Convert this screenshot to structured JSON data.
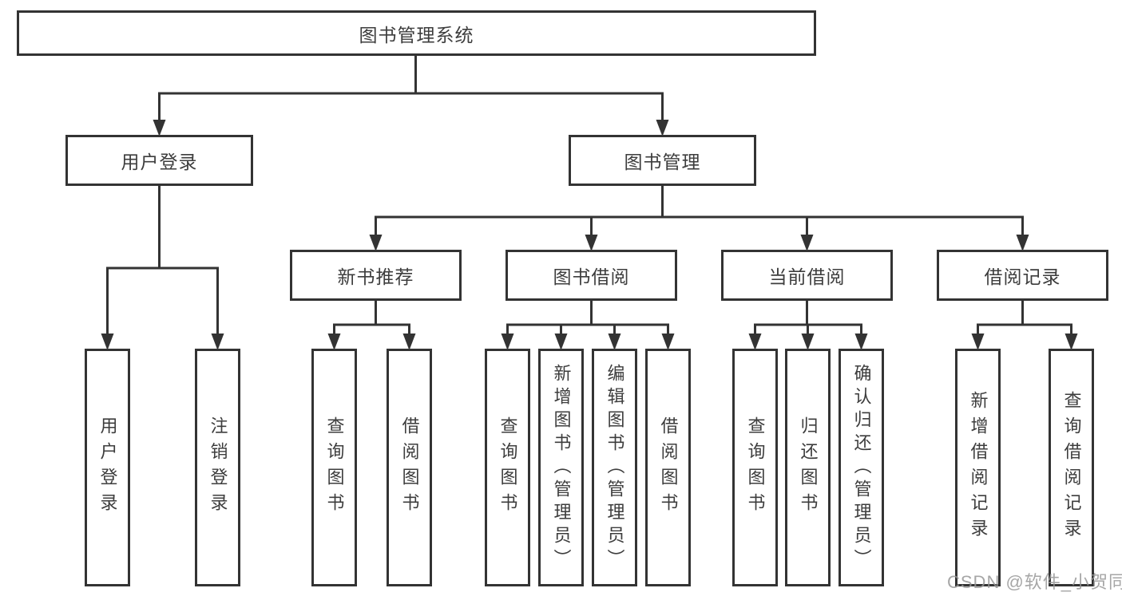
{
  "tree": {
    "root": {
      "label": "图书管理系统"
    },
    "branches": [
      {
        "label": "用户登录",
        "children": [
          "用户登录",
          "注销登录"
        ]
      },
      {
        "label": "图书管理",
        "sections": [
          {
            "label": "新书推荐",
            "children": [
              "查询图书",
              "借阅图书"
            ]
          },
          {
            "label": "图书借阅",
            "children": [
              "查询图书",
              "新增图书（管理员）",
              "编辑图书（管理员）",
              "借阅图书"
            ]
          },
          {
            "label": "当前借阅",
            "children": [
              "查询图书",
              "归还图书",
              "确认归还（管理员）"
            ]
          },
          {
            "label": "借阅记录",
            "children": [
              "新增借阅记录",
              "查询借阅记录"
            ]
          }
        ]
      }
    ]
  },
  "watermark": {
    "text": "CSDN @软件_小贺同学"
  },
  "colors": {
    "line": "#333333",
    "text": "#3d3d3d",
    "background": "#ffffff",
    "watermark": "#969696"
  }
}
